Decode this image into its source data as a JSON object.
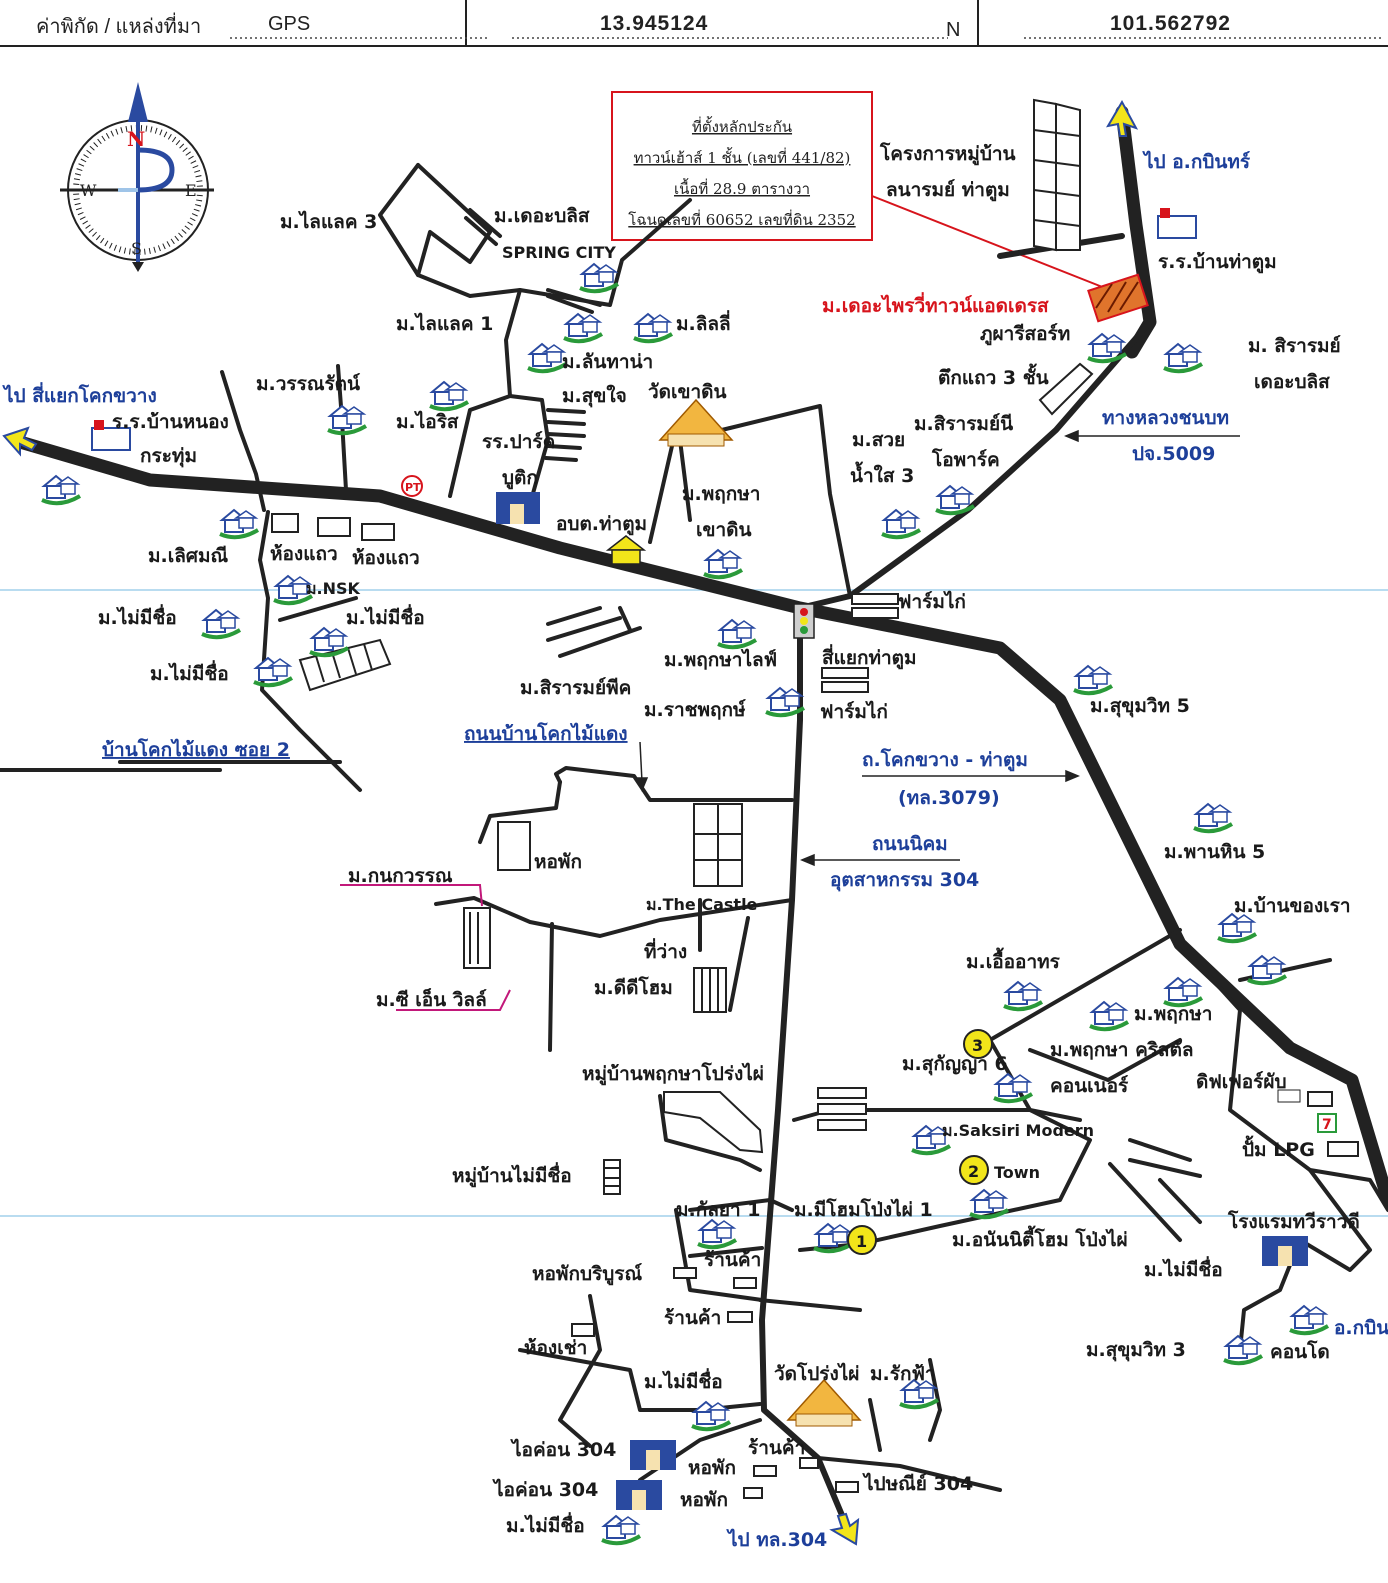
{
  "header": {
    "coord_label": "ค่าพิกัด / แหล่งที่มา",
    "source": "GPS",
    "latitude": "13.945124",
    "lat_dir": "N",
    "longitude": "101.562792"
  },
  "compass": {
    "n": "N",
    "s": "S",
    "e": "E",
    "w": "W"
  },
  "info_box": {
    "line1": "ที่ตั้งหลักประกัน",
    "line2": "ทาวน์เฮ้าส์ 1 ชั้น (เลขที่ 441/82)",
    "line3": "เนื้อที่ 28.9 ตารางวา",
    "line4": "โฉนดเลขที่ 60652 เลขที่ดิน 2352"
  },
  "property_label": "ม.เดอะไพรวี่ทาวน์แอดเดรส",
  "colors": {
    "road": "#222222",
    "blue_text": "#1d3f9a",
    "red": "#d7141c",
    "marker": "#f2e51a",
    "pink_line": "#c2187a"
  },
  "labels": {
    "l01": "โครงการหมู่บ้าน",
    "l02": "ลนารมย์ ท่าตูม",
    "l03": "ไป อ.กบินทร์",
    "l04": "ร.ร.บ้านท่าตูม",
    "l05": "ม.เดอะบลิส",
    "l06": "ม.ไลแลค 3",
    "l07": "SPRING CITY",
    "l08": "ม.ลิลลี่",
    "l09": "ม.ไลแลค 1",
    "l10": "ม.ลันทาน่า",
    "l11": "ภูผารีสอร์ท",
    "l12": "ม. สิรารมย์",
    "l13": "เดอะบลิส",
    "l14": "ตึกแถว 3 ชั้น",
    "l15": "ม.วรรณรัตน์",
    "l16": "ม.สุขใจ",
    "l17": "วัดเขาดิน",
    "l18": "ไป สี่แยกโคกขวาง",
    "l19": "ร.ร.บ้านหนอง",
    "l20": "กระทุ่ม",
    "l21": "ม.ไอริส",
    "l22": "รร.ปาร์ค",
    "l23": "บูติก",
    "l24": "ม.สิรารมย์นี",
    "l25": "โอพาร์ค",
    "l26": "ม.สวย",
    "l27": "น้ำใส 3",
    "l28": "ทางหลวงชนบท",
    "l29": "ปจ.5009",
    "l30": "ม.พฤกษา",
    "l31": "เขาดิน",
    "l32": "อบต.ท่าตูม",
    "l33": "ม.เลิศมณี",
    "l34": "ห้องแถว",
    "l35": "ห้องแถว",
    "l36": "ม.NSK",
    "l37": "ม.ไม่มีชื่อ",
    "l38": "ม.ไม่มีชื่อ",
    "l39": "ม.ไม่มีชื่อ",
    "l40": "ฟาร์มไก่",
    "l41": "ม.พฤกษาไลฟ์",
    "l42": "สี่แยกท่าตูม",
    "l43": "ม.สิรารมย์พีค",
    "l44": "ม.ราชพฤกษ์",
    "l45": "ฟาร์มไก่",
    "l46": "ม.สุขุมวิท 5",
    "l47": "บ้านโคกไม้แดง ซอย 2",
    "l48": "ถนนบ้านโคกไม้แดง",
    "l49": "ถ.โคกขวาง - ท่าตูม",
    "l50": "(ทล.3079)",
    "l51": "ถนนนิคม",
    "l52": "อุตสาหกรรม 304",
    "l53": "หอพัก",
    "l54": "ม.กนกวรรณ",
    "l55": "ม.The Castle",
    "l56": "ม.พานหิน 5",
    "l57": "ม.บ้านของเรา",
    "l58": "ที่ว่าง",
    "l59": "ม.ดีดีโฮม",
    "l60": "ม.ซี เอ็น วิลล์",
    "l61": "ม.เอื้ออาทร",
    "l62": "ม.พฤกษา",
    "l63": "ม.สุกัญญา 6",
    "l64": "ม.พฤกษา คริสตัล",
    "l65": "คอนเนอร์",
    "l66": "หมู่บ้านพฤกษาโปร่งไผ่",
    "l67": "ดิฟเฟอร์ผับ",
    "l68": "ม.Saksiri Modern",
    "l69": "Town",
    "l70": "ปั้ม LPG",
    "l71": "หมู่บ้านไม่มีชื่อ",
    "l72": "ม.กัลยา 1",
    "l73": "ม.มีโฮมโป่งไผ่ 1",
    "l74": "ม.อนันนิตี้โฮม โป่งไผ่",
    "l75": "โรงแรมทวีราวดี",
    "l76": "ร้านค้า",
    "l77": "หอพักบริบูรณ์",
    "l78": "ม.ไม่มีชื่อ",
    "l79": "ร้านค้า",
    "l80": "ห้องเช่า",
    "l81": "อ.กบิน",
    "l82": "ม.สุขุมวิท 3",
    "l83": "คอนโด",
    "l84": "ม.ไม่มีชื่อ",
    "l85": "วัดโปร่งไผ่",
    "l86": "ม.รักฟ้า",
    "l87": "ไอค่อน 304",
    "l88": "ไอค่อน 304",
    "l89": "ร้านค้า",
    "l90": "หอพัก",
    "l91": "หอพัก",
    "l92": "ไปษณีย์ 304",
    "l93": "ม.ไม่มีชื่อ",
    "l94": "ไป ทล.304"
  },
  "markers": [
    "1",
    "2",
    "3"
  ]
}
